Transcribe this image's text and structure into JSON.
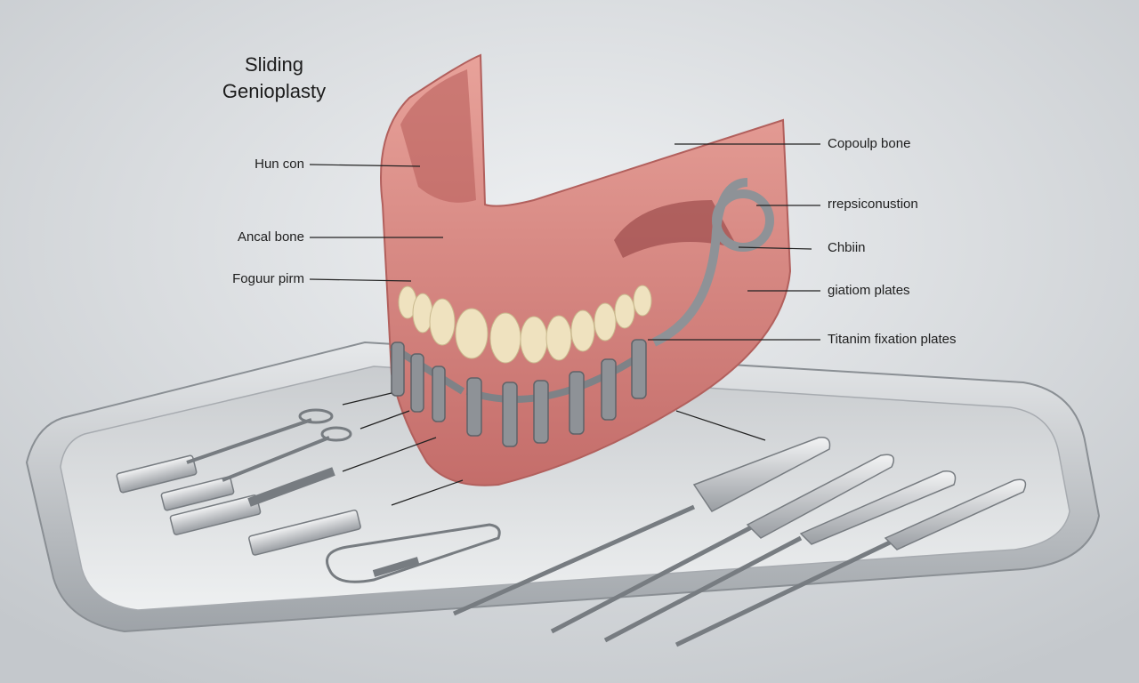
{
  "title": {
    "line1": "Sliding",
    "line2": "Genioplasty"
  },
  "labels_left": [
    {
      "id": "hun-con",
      "text": "Hun con"
    },
    {
      "id": "ancal-bone",
      "text": "Ancal bone"
    },
    {
      "id": "foguur-pirm",
      "text": "Foguur pirm"
    }
  ],
  "labels_right": [
    {
      "id": "copoulp-bone",
      "text": "Copoulp bone"
    },
    {
      "id": "rrepsiconustion",
      "text": "rrepsiconustion"
    },
    {
      "id": "chbiin",
      "text": "Chbiin"
    },
    {
      "id": "giatiom-plates",
      "text": "giatiom plates"
    },
    {
      "id": "titanium-fixation-plates",
      "text": "Titanim fixation plates"
    }
  ],
  "colors": {
    "background": "#d7dadd",
    "tray": "#b9bdc1",
    "gum": "#d98a86",
    "tooth": "#efe2bf",
    "plate": "#8e9297",
    "line": "#222222"
  }
}
